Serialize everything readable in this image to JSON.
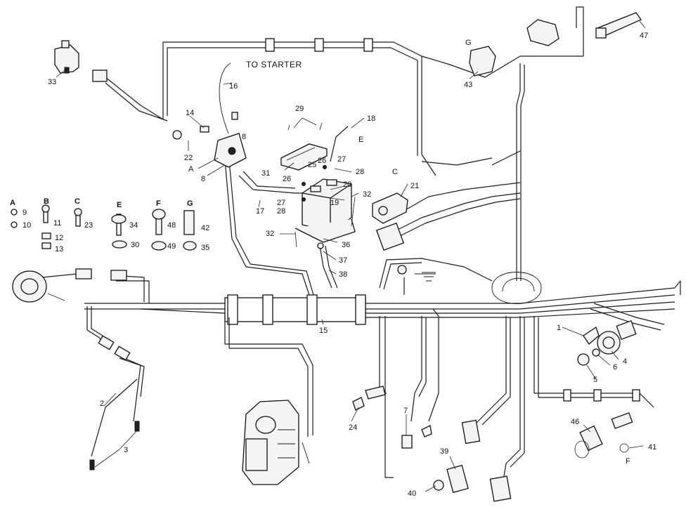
{
  "diagram": {
    "title": "TO STARTER",
    "group_labels": [
      "A",
      "B",
      "C",
      "E",
      "F",
      "G"
    ],
    "callouts": {
      "p1": "1",
      "p2": "2",
      "p3": "3",
      "p4": "4",
      "p5": "5",
      "p6": "6",
      "p7": "7",
      "p8a": "8",
      "p8b": "8",
      "p9": "9",
      "p10": "10",
      "p11": "11",
      "p12": "12",
      "p13": "13",
      "p14": "14",
      "p15": "15",
      "p16": "16",
      "p17": "17",
      "p18": "18",
      "p19": "19",
      "p20": "20",
      "p21": "21",
      "p22": "22",
      "p23": "23",
      "p24": "24",
      "p25": "25",
      "p26a": "26",
      "p26b": "26",
      "p27a": "27",
      "p27b": "27",
      "p28a": "28",
      "p28b": "28",
      "p29": "29",
      "p30": "30",
      "p31": "31",
      "p32a": "32",
      "p32b": "32",
      "p33": "33",
      "p34": "34",
      "p35": "35",
      "p36": "36",
      "p37": "37",
      "p38": "38",
      "p39": "39",
      "p40": "40",
      "p41": "41",
      "p42": "42",
      "p43": "43",
      "p46": "46",
      "p47": "47",
      "p48": "48",
      "p49": "49"
    },
    "ref_letters": {
      "c_at_21": "C",
      "e_at_18": "E",
      "g_at_43": "G",
      "f_at_41": "F",
      "a_at_8": "A"
    }
  }
}
